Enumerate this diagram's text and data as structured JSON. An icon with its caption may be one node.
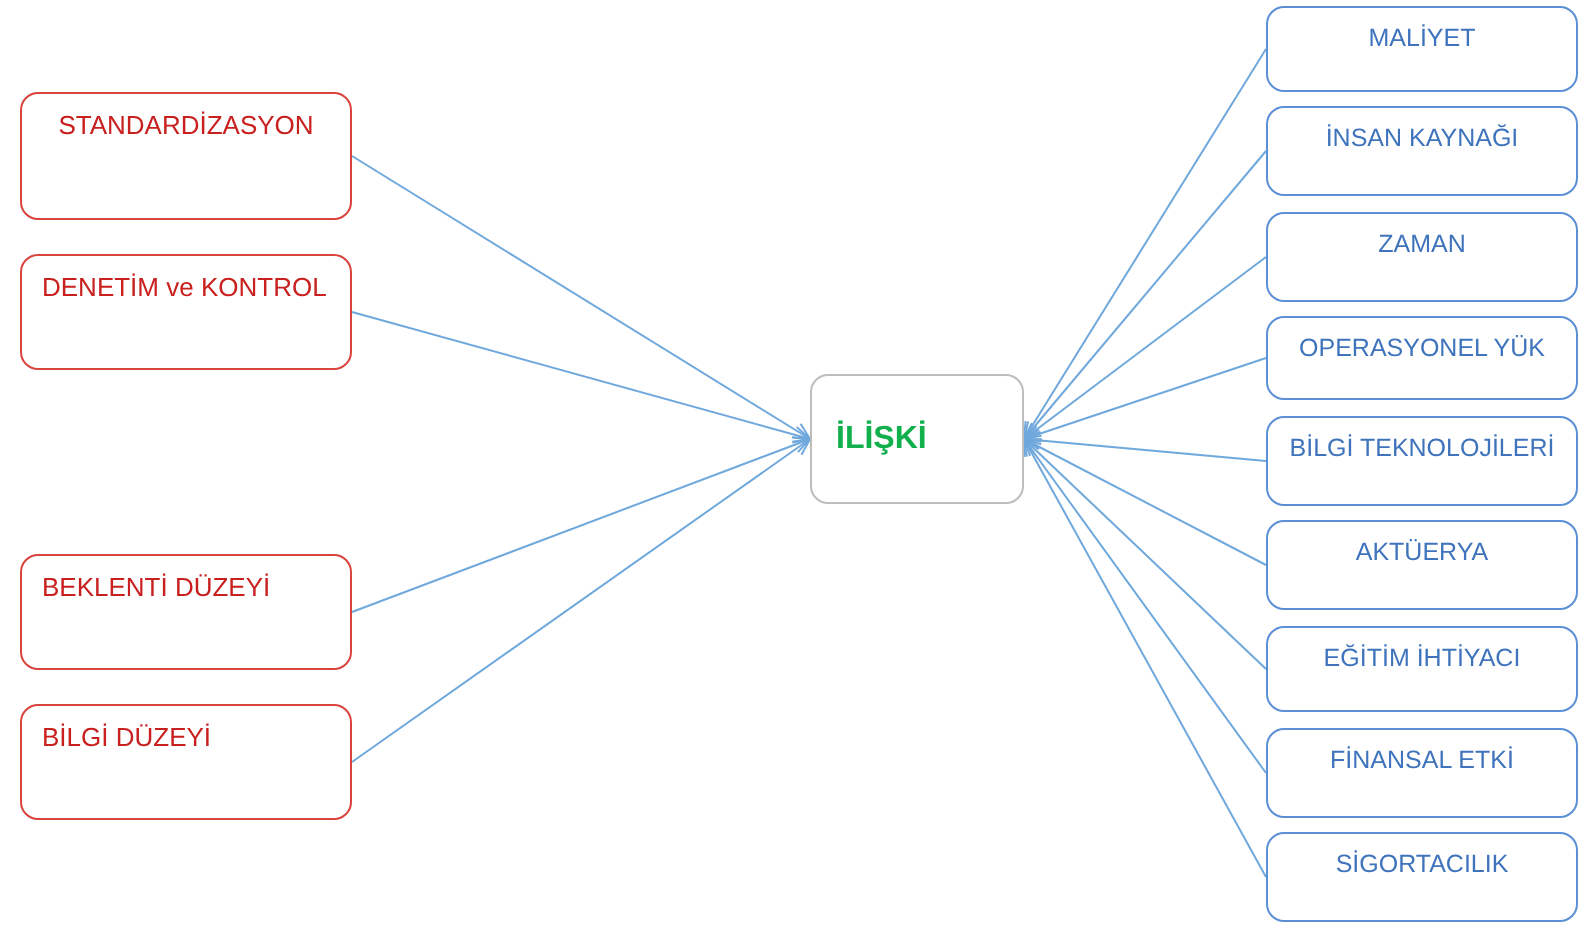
{
  "diagram": {
    "nodes": [
      {
        "text": [
          "STANDARDİZASYON"
        ]
      },
      {
        "text": [
          "DENETİM ve KONTROL"
        ]
      },
      {
        "text": [
          "BEKLENTİ DÜZEYİ"
        ]
      },
      {
        "text": [
          "BİLGİ DÜZEYİ"
        ]
      },
      {
        "text": [
          "İLİŞKİ"
        ]
      },
      {
        "text": [
          "MALİYET"
        ]
      },
      {
        "text": [
          "İNSAN KAYNAĞI"
        ]
      },
      {
        "text": [
          "ZAMAN"
        ]
      },
      {
        "text": [
          "OPERASYONEL YÜK"
        ]
      },
      {
        "text": [
          "BİLGİ TEKNOLOJİLERİ"
        ]
      },
      {
        "text": [
          "AKTÜERYA"
        ]
      },
      {
        "text": [
          "EĞİTİM İHTİYACI"
        ]
      },
      {
        "text": [
          "FİNANSAL ETKİ"
        ]
      },
      {
        "text": [
          "SİGORTACILIK"
        ]
      }
    ],
    "edges": [
      {
        "from": 0,
        "to": 4,
        "arrow": "to"
      },
      {
        "from": 1,
        "to": 4,
        "arrow": "to"
      },
      {
        "from": 2,
        "to": 4,
        "arrow": "to"
      },
      {
        "from": 3,
        "to": 4,
        "arrow": "to"
      },
      {
        "from": 5,
        "to": 4,
        "arrow": "to"
      },
      {
        "from": 6,
        "to": 4,
        "arrow": "to"
      },
      {
        "from": 7,
        "to": 4,
        "arrow": "to"
      },
      {
        "from": 8,
        "to": 4,
        "arrow": "to"
      },
      {
        "from": 9,
        "to": 4,
        "arrow": "to"
      },
      {
        "from": 10,
        "to": 4,
        "arrow": "to"
      },
      {
        "from": 11,
        "to": 4,
        "arrow": "to"
      },
      {
        "from": 12,
        "to": 4,
        "arrow": "to"
      },
      {
        "from": 13,
        "to": 4,
        "arrow": "to"
      }
    ]
  }
}
